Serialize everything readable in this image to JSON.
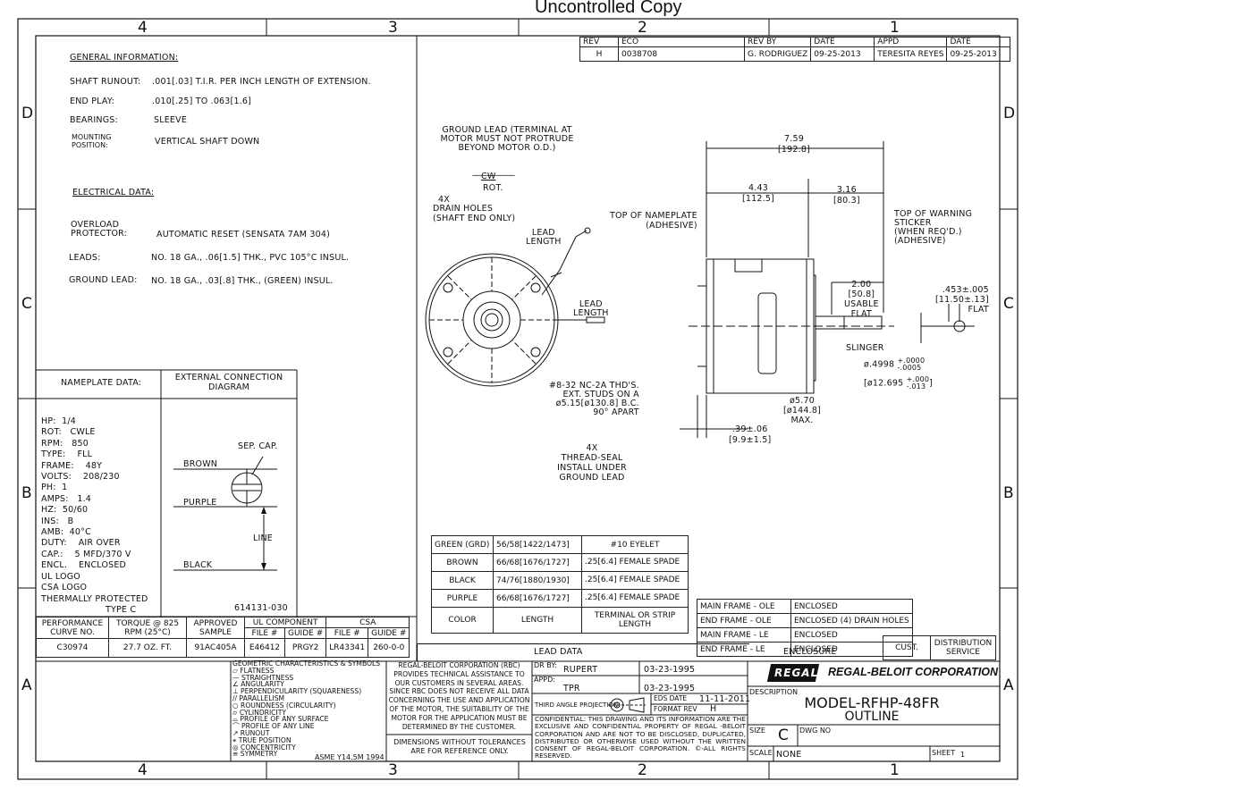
{
  "header": {
    "watermark": "Uncontrolled Copy"
  },
  "zones": {
    "top": [
      "4",
      "3",
      "2",
      "1"
    ],
    "bottom": [
      "4",
      "3",
      "2",
      "1"
    ],
    "left": [
      "D",
      "C",
      "B",
      "A"
    ],
    "right": [
      "D",
      "C",
      "B",
      "A"
    ]
  },
  "revision": {
    "headers": [
      "REV",
      "ECO",
      "REV BY",
      "DATE",
      "APPD",
      "DATE"
    ],
    "row": [
      "H",
      "0038708",
      "G. RODRIGUEZ",
      "09-25-2013",
      "TERESITA REYES",
      "09-25-2013"
    ]
  },
  "general": {
    "title": "GENERAL INFORMATION:",
    "rows": [
      {
        "label": "SHAFT RUNOUT:",
        "value": ".001[.03] T.I.R. PER INCH LENGTH OF EXTENSION."
      },
      {
        "label": "END PLAY:",
        "value": ".010[.25] TO .063[1.6]"
      },
      {
        "label": "BEARINGS:",
        "value": "SLEEVE"
      },
      {
        "label": "MOUNTING POSITION:",
        "value": "VERTICAL SHAFT DOWN"
      }
    ]
  },
  "electrical": {
    "title": "ELECTRICAL DATA:",
    "rows": [
      {
        "label": "OVERLOAD PROTECTOR:",
        "value": "AUTOMATIC RESET (SENSATA 7AM 304)"
      },
      {
        "label": "LEADS:",
        "value": "NO. 18 GA., .06[1.5] THK., PVC 105°C INSUL."
      },
      {
        "label": "GROUND LEAD:",
        "value": "NO. 18 GA., .03[.8] THK., (GREEN) INSUL."
      }
    ]
  },
  "nameplate": {
    "title": "NAMEPLATE DATA:",
    "conn_title": "EXTERNAL CONNECTION DIAGRAM",
    "lines": [
      {
        "k": "HP:",
        "v": "1/4"
      },
      {
        "k": "ROT:",
        "v": "CWLE"
      },
      {
        "k": "RPM:",
        "v": "850"
      },
      {
        "k": "TYPE:",
        "v": "FLL"
      },
      {
        "k": "FRAME:",
        "v": "48Y"
      },
      {
        "k": "VOLTS:",
        "v": "208/230"
      },
      {
        "k": "PH:",
        "v": "1"
      },
      {
        "k": "AMPS:",
        "v": "1.4"
      },
      {
        "k": "HZ:",
        "v": "50/60"
      },
      {
        "k": "INS:",
        "v": "B"
      },
      {
        "k": "AMB:",
        "v": "40°C"
      },
      {
        "k": "DUTY:",
        "v": "AIR OVER"
      },
      {
        "k": "CAP.:",
        "v": "5 MFD/370 V"
      },
      {
        "k": "ENCL.",
        "v": "ENCLOSED"
      }
    ],
    "extra": [
      "UL LOGO",
      "CSA LOGO",
      "THERMALLY PROTECTED",
      "TYPE C"
    ],
    "conn": {
      "cap": "SEP. CAP.",
      "brown": "BROWN",
      "purple": "PURPLE",
      "black": "BLACK",
      "line": "LINE",
      "ref": "614131-030"
    }
  },
  "perf": {
    "h1": [
      "PERFORMANCE CURVE NO.",
      "TORQUE @ 825 RPM (25°C)",
      "APPROVED SAMPLE",
      "UL COMPONENT",
      "CSA"
    ],
    "h2": [
      "FILE #",
      "GUIDE #",
      "FILE #",
      "GUIDE #"
    ],
    "row": [
      "C30974",
      "27.7 OZ. FT.",
      "91AC405A",
      "E46412",
      "PRGY2",
      "LR43341",
      "260-0-0"
    ]
  },
  "notes": {
    "ground": "GROUND LEAD (TERMINAL AT MOTOR MUST NOT PROTRUDE BEYOND MOTOR O.D.)",
    "rot": [
      "CW",
      "ROT."
    ],
    "drain": [
      "4X",
      "DRAIN HOLES",
      "(SHAFT END ONLY)"
    ],
    "lead_length": [
      "LEAD",
      "LENGTH"
    ],
    "nameplate": [
      "TOP OF NAMEPLATE",
      "(ADHESIVE)"
    ],
    "warning": [
      "TOP OF WARNING",
      "STICKER",
      "(WHEN REQ'D.)",
      "(ADHESIVE)"
    ],
    "studs": [
      "#8-32 NC-2A THD'S.",
      "EXT. STUDS ON A",
      "ø5.15[ø130.8] B.C.",
      "90° APART"
    ],
    "thread": [
      "4X",
      "THREAD-SEAL",
      "INSTALL UNDER",
      "GROUND LEAD"
    ],
    "slinger": "SLINGER"
  },
  "dims": {
    "overall": [
      "7.59",
      "[192.8]"
    ],
    "d1": [
      "4.43",
      "[112.5]"
    ],
    "d2": [
      "3.16",
      "[80.3]"
    ],
    "flat": [
      "2.00",
      "[50.8]",
      "USABLE",
      "FLAT"
    ],
    "dia": [
      "ø5.70",
      "[ø144.8]",
      "MAX."
    ],
    "bottom": [
      ".39±.06",
      "[9.9±1.5]"
    ],
    "shaft": [
      ".453±.005",
      "[11.50±.13]",
      "FLAT"
    ],
    "shaft_dia": [
      "ø.4998",
      "+.0000",
      "-.0005",
      "ø12.695",
      "+.000",
      "-.013"
    ]
  },
  "leads": {
    "rows": [
      [
        "GREEN (GRD)",
        "56/58[1422/1473]",
        "#10 EYELET"
      ],
      [
        "BROWN",
        "66/68[1676/1727]",
        ".25[6.4] FEMALE SPADE"
      ],
      [
        "BLACK",
        "74/76[1880/1930]",
        ".25[6.4] FEMALE SPADE"
      ],
      [
        "PURPLE",
        "66/68[1676/1727]",
        ".25[6.4] FEMALE SPADE"
      ]
    ],
    "headers": [
      "COLOR",
      "LENGTH",
      "TERMINAL OR STRIP LENGTH"
    ],
    "caption": "LEAD DATA"
  },
  "enclosure": {
    "rows": [
      [
        "MAIN FRAME - OLE",
        "ENCLOSED"
      ],
      [
        "END FRAME - OLE",
        "ENCLOSED (4) DRAIN HOLES"
      ],
      [
        "MAIN FRAME - LE",
        "ENCLOSED"
      ],
      [
        "END FRAME - LE",
        "ENCLOSED"
      ]
    ],
    "caption": "ENCLOSURE",
    "cust": "CUST.",
    "dist": "DISTRIBUTION SERVICE"
  },
  "symbols": {
    "title": "GEOMETRIC CHARACTERISTICS & SYMBOLS",
    "list": [
      "FLATNESS",
      "STRAIGHTNESS",
      "ANGULARITY",
      "PERPENDICULARITY (SQUARENESS)",
      "PARALLELISM",
      "ROUNDNESS (CIRCULARITY)",
      "CYLINDRICITY",
      "PROFILE OF ANY SURFACE",
      "PROFILE OF ANY LINE",
      "RUNOUT",
      "TRUE POSITION",
      "CONCENTRICITY",
      "SYMMETRY"
    ],
    "std": "ASME Y14.5M 1994"
  },
  "legal": {
    "text": "REGAL-BELOIT CORPORATION (RBC) PROVIDES TECHNICAL ASSISTANCE TO OUR CUSTOMERS IN SEVERAL AREAS. SINCE RBC DOES NOT RECEIVE ALL DATA CONCERNING THE USE AND APPLICATION OF THE MOTOR, THE SUITABILITY OF THE MOTOR FOR THE APPLICATION MUST BE DETERMINED BY THE CUSTOMER.",
    "dims": "DIMENSIONS WITHOUT TOLERANCES ARE FOR REFERENCE ONLY."
  },
  "titleblock": {
    "dr_by_label": "DR BY:",
    "dr_by": "RUPERT",
    "dr_date": "03-23-1995",
    "appd_label": "APPD:",
    "appd": "TPR",
    "appd_date": "03-23-1995",
    "projection": "THIRD ANGLE PROJECTION",
    "eds_label": "EDS DATE",
    "eds_date": "11-11-2011",
    "format_label": "FORMAT REV",
    "format_rev": "H",
    "confidential": "CONFIDENTIAL: THIS DRAWING AND ITS INFORMATION ARE THE EXCLUSIVE AND CONFIDENTIAL PROPERTY OF REGAL -BELOIT CORPORATION AND ARE NOT TO BE DISCLOSED, DUPLICATED, DISTRIBUTED OR OTHERWISE USED WITHOUT THE WRITTEN CONSENT OF REGAL-BELOIT CORPORATION. ©-ALL RIGHTS RESERVED.",
    "logo": "REGAL",
    "company": "REGAL-BELOIT CORPORATION",
    "desc_label": "DESCRIPTION",
    "model": "MODEL-RFHP-48FR",
    "outline": "OUTLINE",
    "size_label": "SIZE",
    "size": "C",
    "dwg_label": "DWG NO",
    "scale_label": "SCALE",
    "scale": "NONE",
    "sheet_label": "SHEET",
    "sheet": "1"
  }
}
